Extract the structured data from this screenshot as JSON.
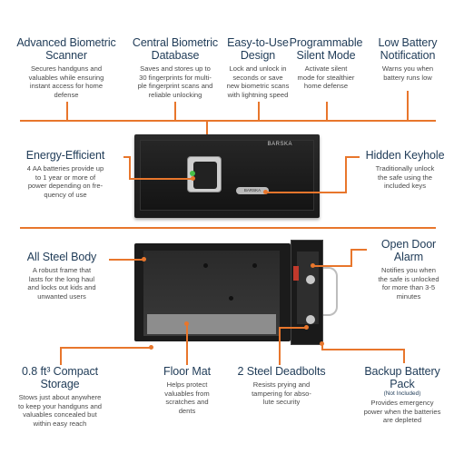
{
  "features": {
    "advanced_biometric": {
      "title_1": "Advanced Biometric",
      "title_2": "Scanner",
      "desc": [
        "Secures handguns and",
        "valuables while ensuring",
        "instant access for home",
        "defense"
      ]
    },
    "central_biometric": {
      "title_1": "Central Biometric",
      "title_2": "Database",
      "desc": [
        "Saves and stores up to",
        "30 fingerprints for multi-",
        "ple fingerprint scans and",
        "reliable unlocking"
      ]
    },
    "easy_to_use": {
      "title_1": "Easy-to-Use",
      "title_2": "Design",
      "desc": [
        "Lock and unlock in",
        "seconds or save",
        "new biometric scans",
        "with lightning speed"
      ]
    },
    "silent_mode": {
      "title_1": "Programmable",
      "title_2": "Silent Mode",
      "desc": [
        "Activate silent",
        "mode for stealthier",
        "home defense"
      ]
    },
    "low_battery": {
      "title_1": "Low Battery",
      "title_2": "Notification",
      "desc": [
        "Warns you when",
        "battery runs low"
      ]
    },
    "energy_efficient": {
      "title_1": "Energy-Efficient",
      "desc": [
        "4 AA batteries provide up",
        "to 1 year or more of",
        "power depending on fre-",
        "quency of use"
      ]
    },
    "hidden_keyhole": {
      "title_1": "Hidden Keyhole",
      "desc": [
        "Traditionally unlock",
        "the safe using the",
        "included keys"
      ]
    },
    "all_steel_body": {
      "title_1": "All Steel Body",
      "desc": [
        "A robust frame that",
        "lasts for the long haul",
        "and locks out kids and",
        "unwanted users"
      ]
    },
    "open_door_alarm": {
      "title_1": "Open Door",
      "title_2": "Alarm",
      "desc": [
        "Notifies you when",
        "the safe is unlocked",
        "for more than 3-5",
        "minutes"
      ]
    },
    "compact_storage": {
      "title_1": "0.8 ft³ Compact Storage",
      "desc": [
        "Stows just about anywhere",
        "to keep your handguns and",
        "valuables concealed but",
        "within easy reach"
      ]
    },
    "floor_mat": {
      "title_1": "Floor Mat",
      "desc": [
        "Helps protect",
        "valuables from",
        "scratches and",
        "dents"
      ]
    },
    "deadbolts": {
      "title_1": "2 Steel Deadbolts",
      "desc": [
        "Resists prying and",
        "tampering for abso-",
        "lute security"
      ]
    },
    "backup_battery": {
      "title_1": "Backup Battery Pack",
      "note": "(Not Included)",
      "desc": [
        "Provides emergency",
        "power when the batteries",
        "are depleted"
      ]
    }
  },
  "safe": {
    "brand": "BARSKA",
    "keyplate_brand": "BARSKA"
  },
  "colors": {
    "accent": "#e8762c",
    "title": "#1f3b57",
    "body_text": "#4a4a4a"
  }
}
